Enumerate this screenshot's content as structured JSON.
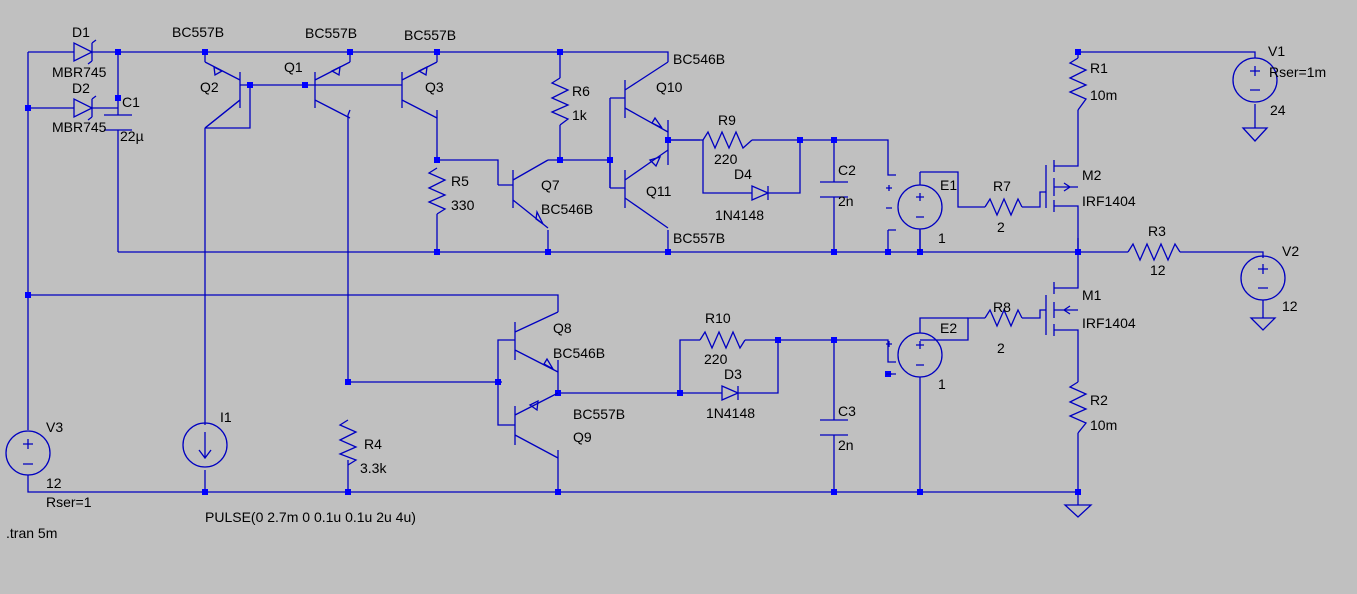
{
  "colors": {
    "background": "#c0c0c0",
    "wire": "#0000c0",
    "junction": "#0000ff",
    "text": "#000000"
  },
  "labels": {
    "d1": "D1",
    "d1_model": "MBR745",
    "d2": "D2",
    "d2_model": "MBR745",
    "c1": "C1",
    "c1_val": "22µ",
    "q1": "Q1",
    "q1_model": "BC557B",
    "q2": "Q2",
    "q2_model": "BC557B",
    "q3": "Q3",
    "q3_model": "BC557B",
    "r6": "R6",
    "r6_val": "1k",
    "r5": "R5",
    "r5_val": "330",
    "q7": "Q7",
    "q7_model": "BC546B",
    "q10": "Q10",
    "q10_model": "BC546B",
    "q11": "Q11",
    "q11_model": "BC557B",
    "r9": "R9",
    "r9_val": "220",
    "d4": "D4",
    "d4_model": "1N4148",
    "c2": "C2",
    "c2_val": "2n",
    "e1": "E1",
    "e1_gain": "1",
    "r7": "R7",
    "r7_val": "2",
    "m2": "M2",
    "m2_model": "IRF1404",
    "r1": "R1",
    "r1_val": "10m",
    "v1": "V1",
    "v1_rser": "Rser=1m",
    "v1_val": "24",
    "r3": "R3",
    "r3_val": "12",
    "v2": "V2",
    "v2_val": "12",
    "m1": "M1",
    "m1_model": "IRF1404",
    "r8": "R8",
    "r8_val": "2",
    "e2": "E2",
    "e2_gain": "1",
    "r10": "R10",
    "r10_val": "220",
    "d3": "D3",
    "d3_model": "1N4148",
    "c3": "C3",
    "c3_val": "2n",
    "q8": "Q8",
    "q8_model": "BC546B",
    "q9": "Q9",
    "q9_model": "BC557B",
    "r4": "R4",
    "r4_val": "3.3k",
    "r2": "R2",
    "r2_val": "10m",
    "i1": "I1",
    "i1_val": "PULSE(0 2.7m 0 0.1u 0.1u 2u 4u)",
    "v3": "V3",
    "v3_val": "12",
    "v3_rser": "Rser=1",
    "directive": ".tran 5m"
  }
}
